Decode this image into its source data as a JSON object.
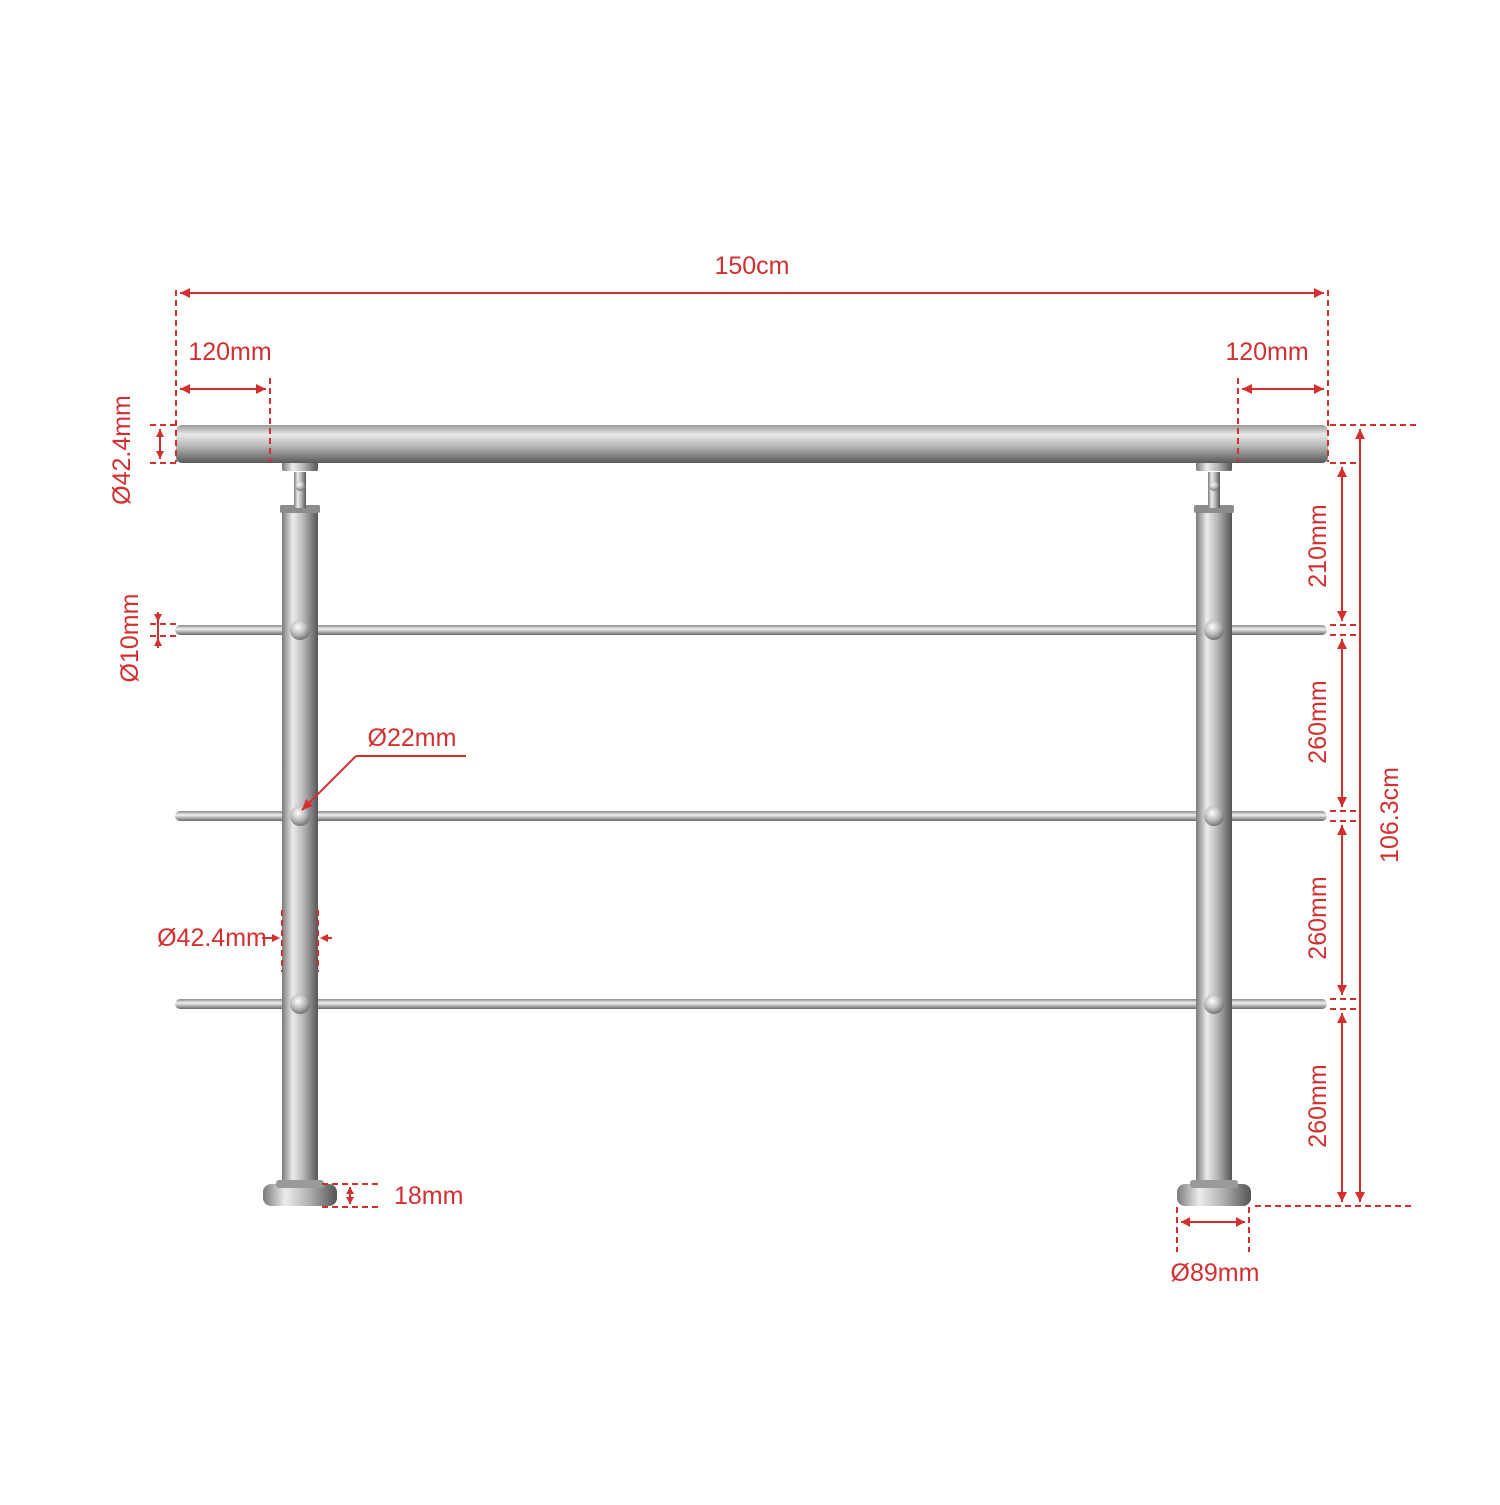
{
  "colors": {
    "dimension": "#d32f2f",
    "steel_light": "#e3e3e3",
    "steel_mid": "#a9a9a9",
    "steel_dark": "#5e5e5e"
  },
  "dimensions": {
    "total_length": "150cm",
    "left_overhang": "120mm",
    "right_overhang": "120mm",
    "handrail_diameter": "Ø42.4mm",
    "rod_diameter": "Ø10mm",
    "rod_holder_diameter": "Ø22mm",
    "post_diameter": "Ø42.4mm",
    "base_height": "18mm",
    "base_diameter": "Ø89mm",
    "top_gap": "210mm",
    "gap_1": "260mm",
    "gap_2": "260mm",
    "gap_3": "260mm",
    "total_height": "106.3cm"
  }
}
